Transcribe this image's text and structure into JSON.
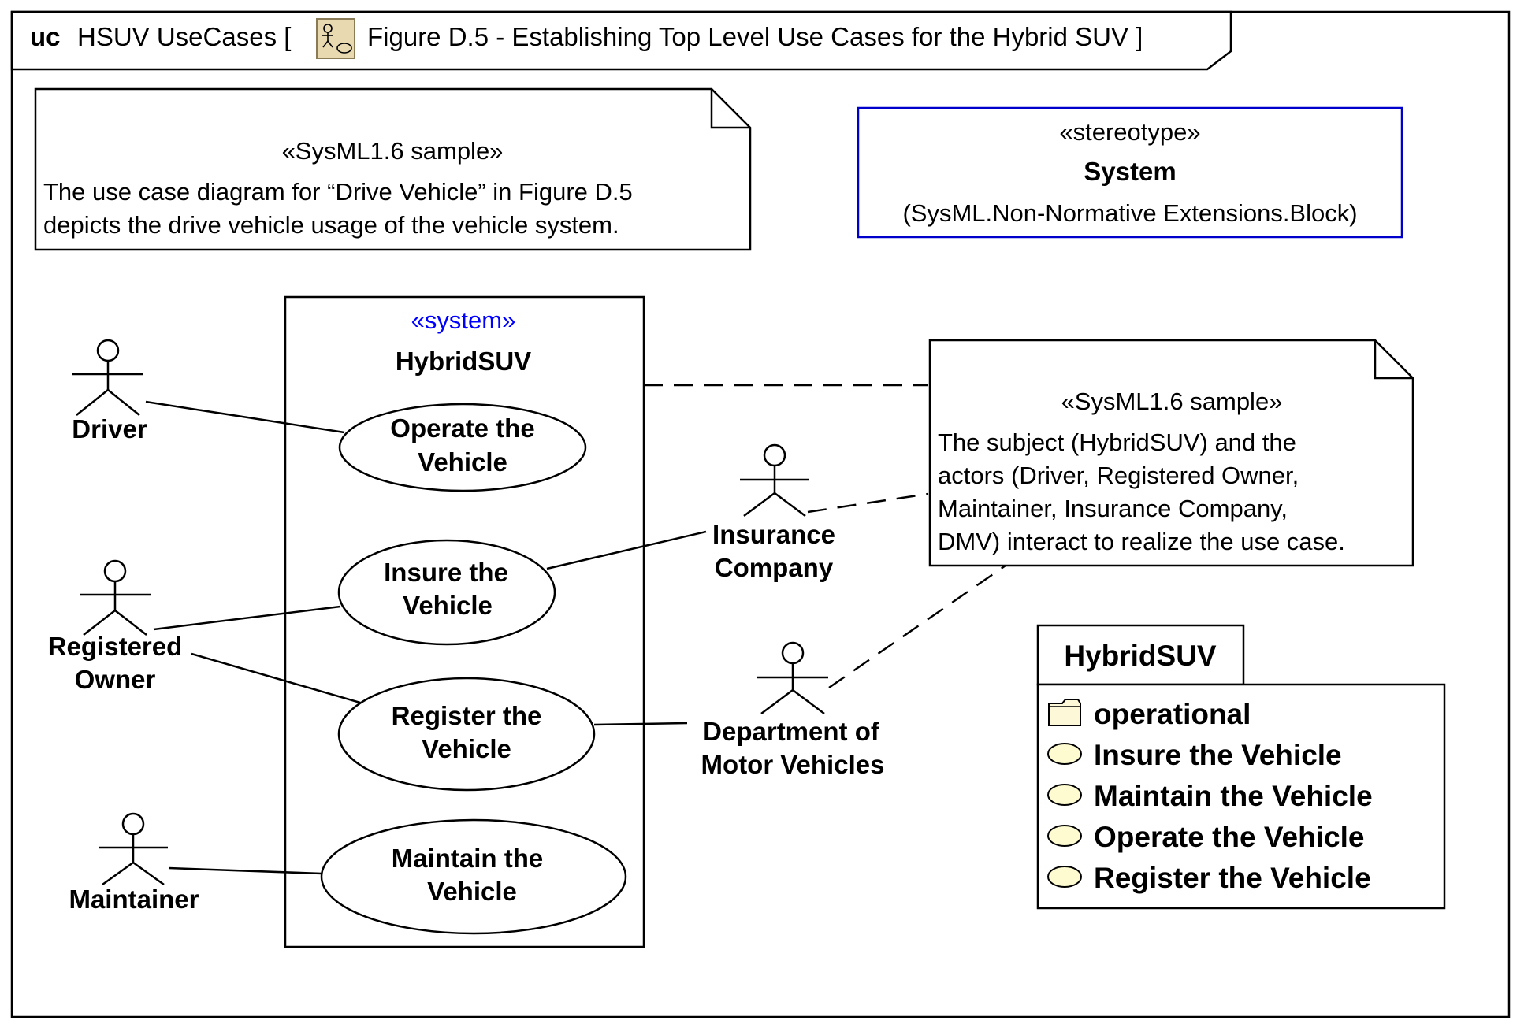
{
  "frame": {
    "kind": "uc",
    "title_prefix": "HSUV UseCases [",
    "title_text": "Figure D.5 - Establishing Top Level Use Cases for the Hybrid SUV ]"
  },
  "note_top": {
    "stereotype": "«SysML1.6 sample»",
    "line1": "The use case diagram for “Drive Vehicle” in Figure D.5",
    "line2": "depicts the drive vehicle usage of the vehicle system."
  },
  "stereotype_box": {
    "stereotype": "«stereotype»",
    "name": "System",
    "qualified": "(SysML.Non-Normative Extensions.Block)"
  },
  "subject": {
    "stereotype": "«system»",
    "name": "HybridSUV"
  },
  "use_cases": [
    {
      "line1": "Operate the",
      "line2": "Vehicle"
    },
    {
      "line1": "Insure the",
      "line2": "Vehicle"
    },
    {
      "line1": "Register the",
      "line2": "Vehicle"
    },
    {
      "line1": "Maintain the",
      "line2": "Vehicle"
    }
  ],
  "actors": [
    {
      "line1": "Driver",
      "line2": ""
    },
    {
      "line1": "Registered",
      "line2": "Owner"
    },
    {
      "line1": "Maintainer",
      "line2": ""
    },
    {
      "line1": "Insurance",
      "line2": "Company"
    },
    {
      "line1": "Department of",
      "line2": "Motor Vehicles"
    }
  ],
  "note_right": {
    "stereotype": "«SysML1.6 sample»",
    "lines": [
      "The subject (HybridSUV) and the",
      "actors (Driver, Registered Owner,",
      "Maintainer, Insurance Company,",
      "DMV) interact to realize the use case."
    ]
  },
  "package": {
    "name": "HybridSUV",
    "items": [
      {
        "icon": "folder-icon",
        "label": "operational"
      },
      {
        "icon": "use-case-icon",
        "label": "Insure the Vehicle"
      },
      {
        "icon": "use-case-icon",
        "label": "Maintain the Vehicle"
      },
      {
        "icon": "use-case-icon",
        "label": "Operate the Vehicle"
      },
      {
        "icon": "use-case-icon",
        "label": "Register the Vehicle"
      }
    ]
  },
  "colors": {
    "stereotype_blue": "#0000ff",
    "stereotype_box_border": "#0000cc",
    "use_case_icon_fill": "#fffbd0",
    "folder_icon_fill": "#fdf8d8",
    "frame_icon_fill": "#e8d9b0"
  }
}
